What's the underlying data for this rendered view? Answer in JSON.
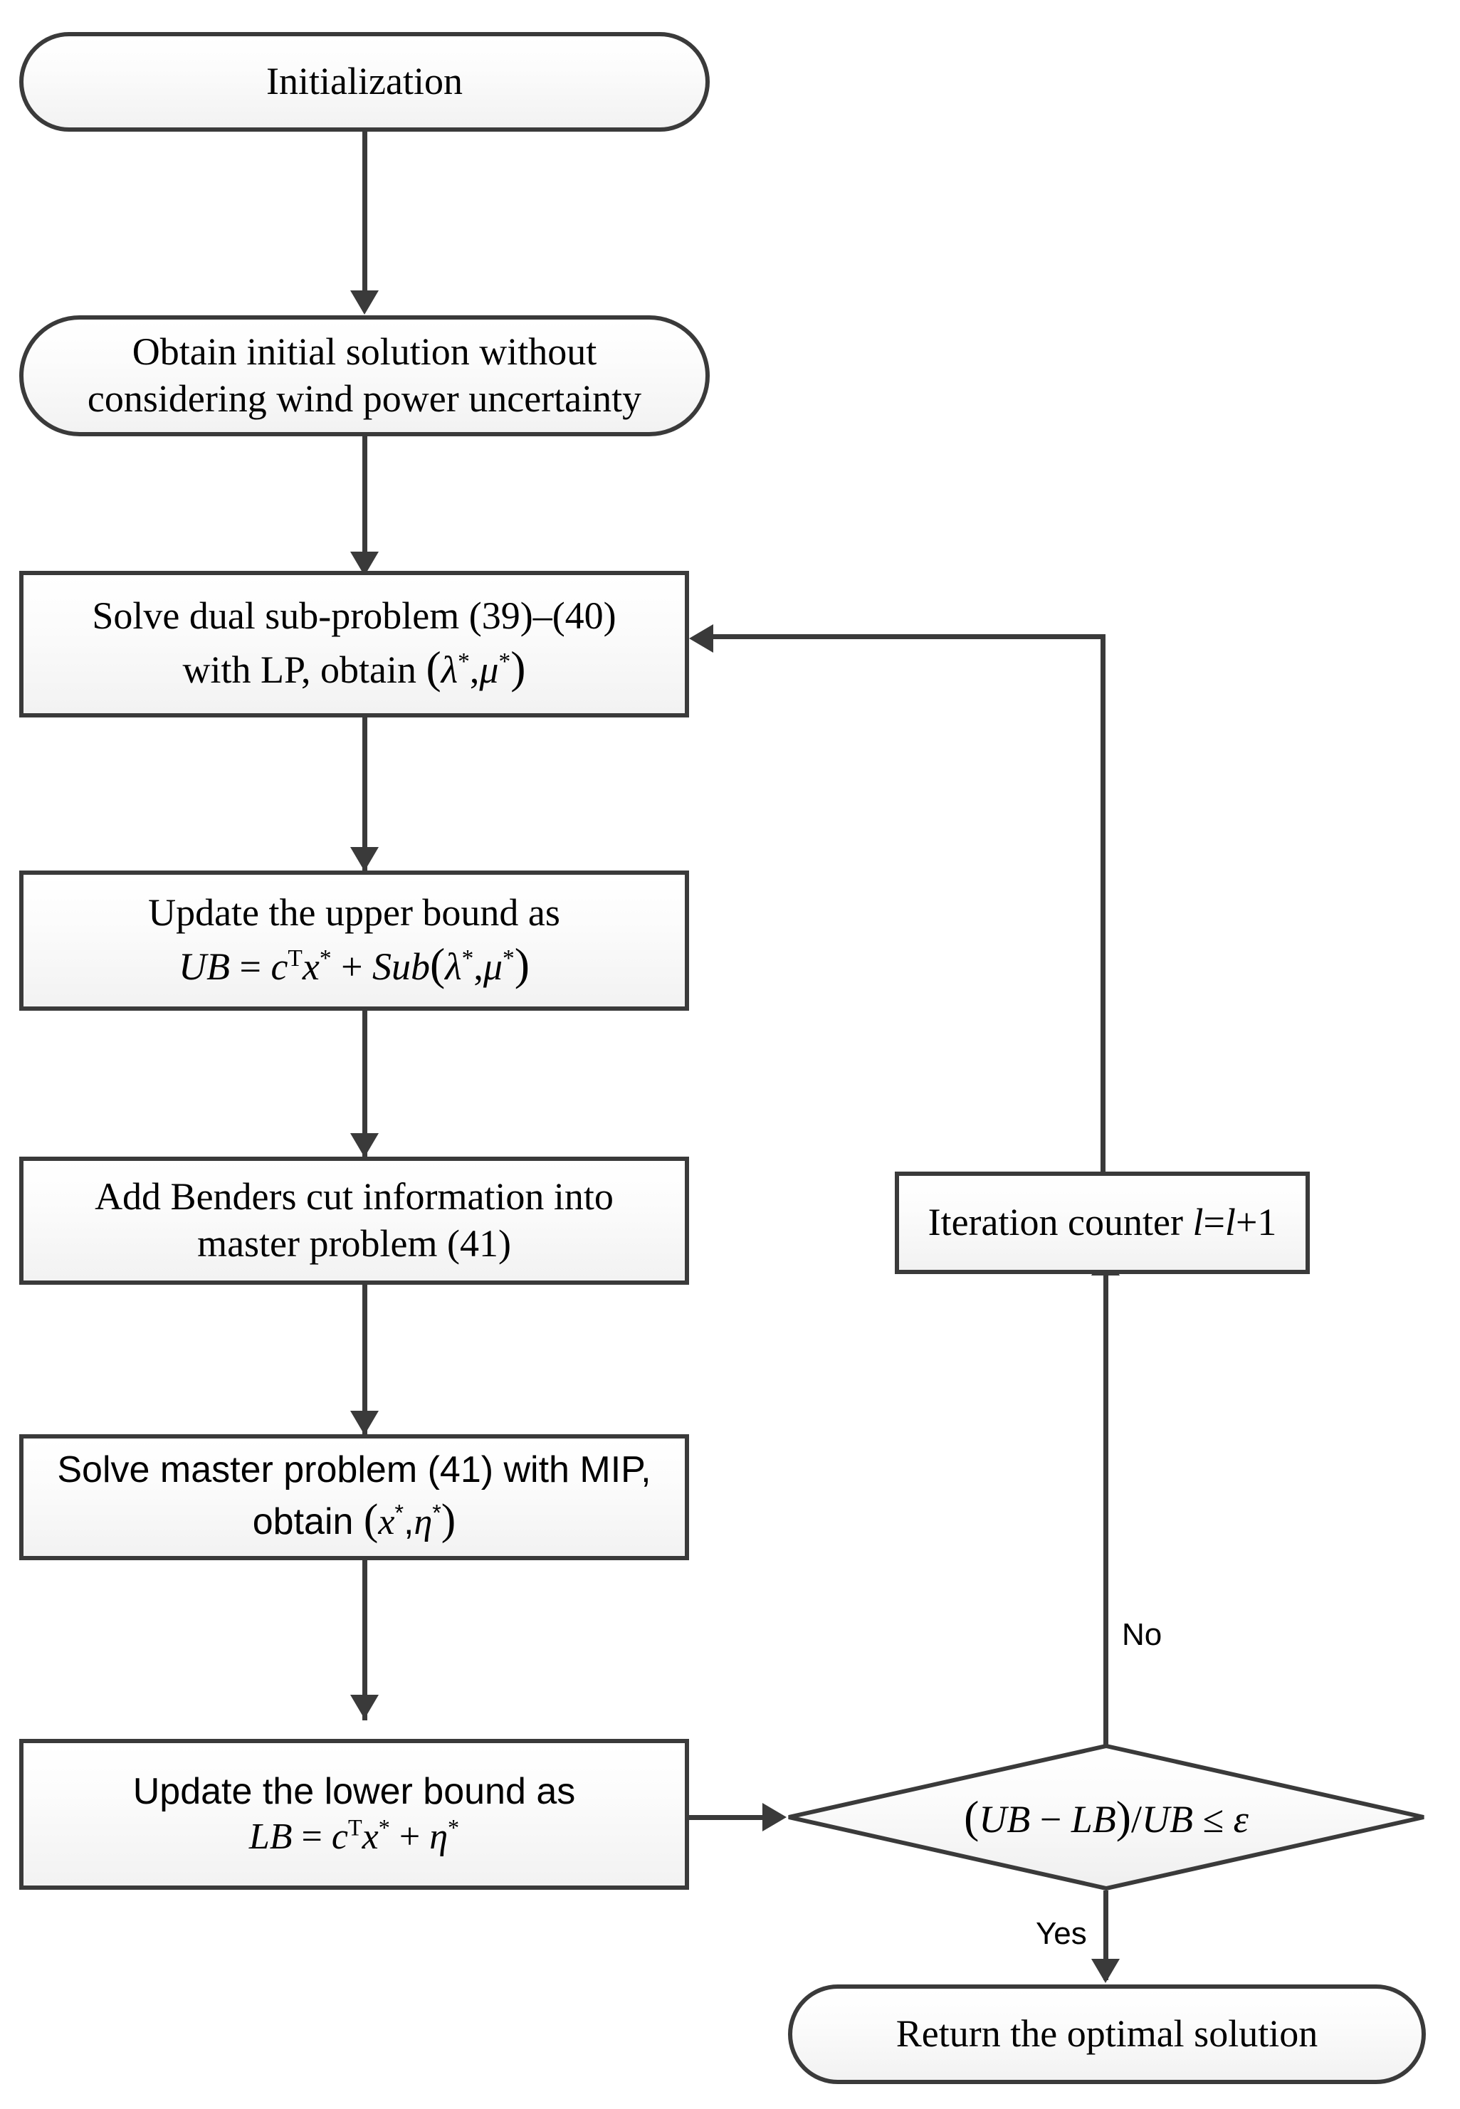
{
  "diagram": {
    "title": "Benders decomposition algorithm flowchart",
    "type": "flowchart",
    "stroke_color": "#3a3a3a",
    "fill_color": "#f4f4f4",
    "text_color": "#000000"
  },
  "nodes": {
    "initialization": {
      "shape": "rounded-terminator",
      "label": "Initialization"
    },
    "obtain_initial": {
      "shape": "rounded-terminator",
      "line1": "Obtain initial solution without",
      "line2": "considering wind power uncertainty"
    },
    "solve_dual": {
      "shape": "process",
      "line1": "Solve dual sub-problem (39)–(40)",
      "line2_prefix": "with LP, obtain ",
      "line2_math": "(λ*, μ*)"
    },
    "update_ub": {
      "shape": "process",
      "line1": "Update the upper bound as",
      "line2_math": "UB = cTx* + Sub(λ*, μ*)"
    },
    "add_cut": {
      "shape": "process",
      "line1": "Add Benders cut information into",
      "line2": "master problem (41)"
    },
    "solve_master": {
      "shape": "process",
      "line1": "Solve master problem (41) with MIP,",
      "line2_prefix": "obtain ",
      "line2_math": "(x*, η*)"
    },
    "update_lb": {
      "shape": "process",
      "line1": "Update the lower bound as",
      "line2_math": "LB = cTx* + η*"
    },
    "iteration_counter": {
      "shape": "process",
      "label_prefix": "Iteration counter ",
      "label_math": "l=l+1"
    },
    "decision": {
      "shape": "decision",
      "condition": "(UB − LB) / UB ≤ ε"
    },
    "return_solution": {
      "shape": "rounded-terminator",
      "label": "Return the optimal solution"
    }
  },
  "edge_labels": {
    "no": "No",
    "yes": "Yes"
  }
}
